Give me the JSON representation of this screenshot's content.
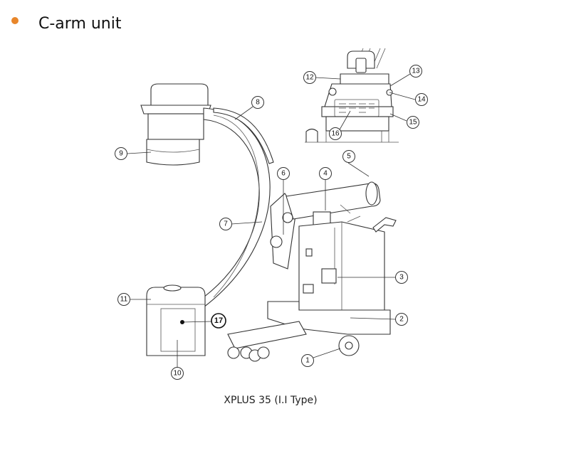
{
  "slide": {
    "title": "C-arm unit",
    "caption": "XPLUS 35 (I.I Type)",
    "accent_color": "#e8862a"
  },
  "callouts": [
    {
      "id": "1",
      "label": "1"
    },
    {
      "id": "2",
      "label": "2"
    },
    {
      "id": "3",
      "label": "3"
    },
    {
      "id": "4",
      "label": "4"
    },
    {
      "id": "5",
      "label": "5"
    },
    {
      "id": "6",
      "label": "6"
    },
    {
      "id": "7",
      "label": "7"
    },
    {
      "id": "8",
      "label": "8"
    },
    {
      "id": "9",
      "label": "9"
    },
    {
      "id": "10",
      "label": "10"
    },
    {
      "id": "11",
      "label": "11"
    },
    {
      "id": "12",
      "label": "12"
    },
    {
      "id": "13",
      "label": "13"
    },
    {
      "id": "14",
      "label": "14"
    },
    {
      "id": "15",
      "label": "15"
    },
    {
      "id": "16",
      "label": "16"
    },
    {
      "id": "17",
      "label": "17"
    }
  ]
}
